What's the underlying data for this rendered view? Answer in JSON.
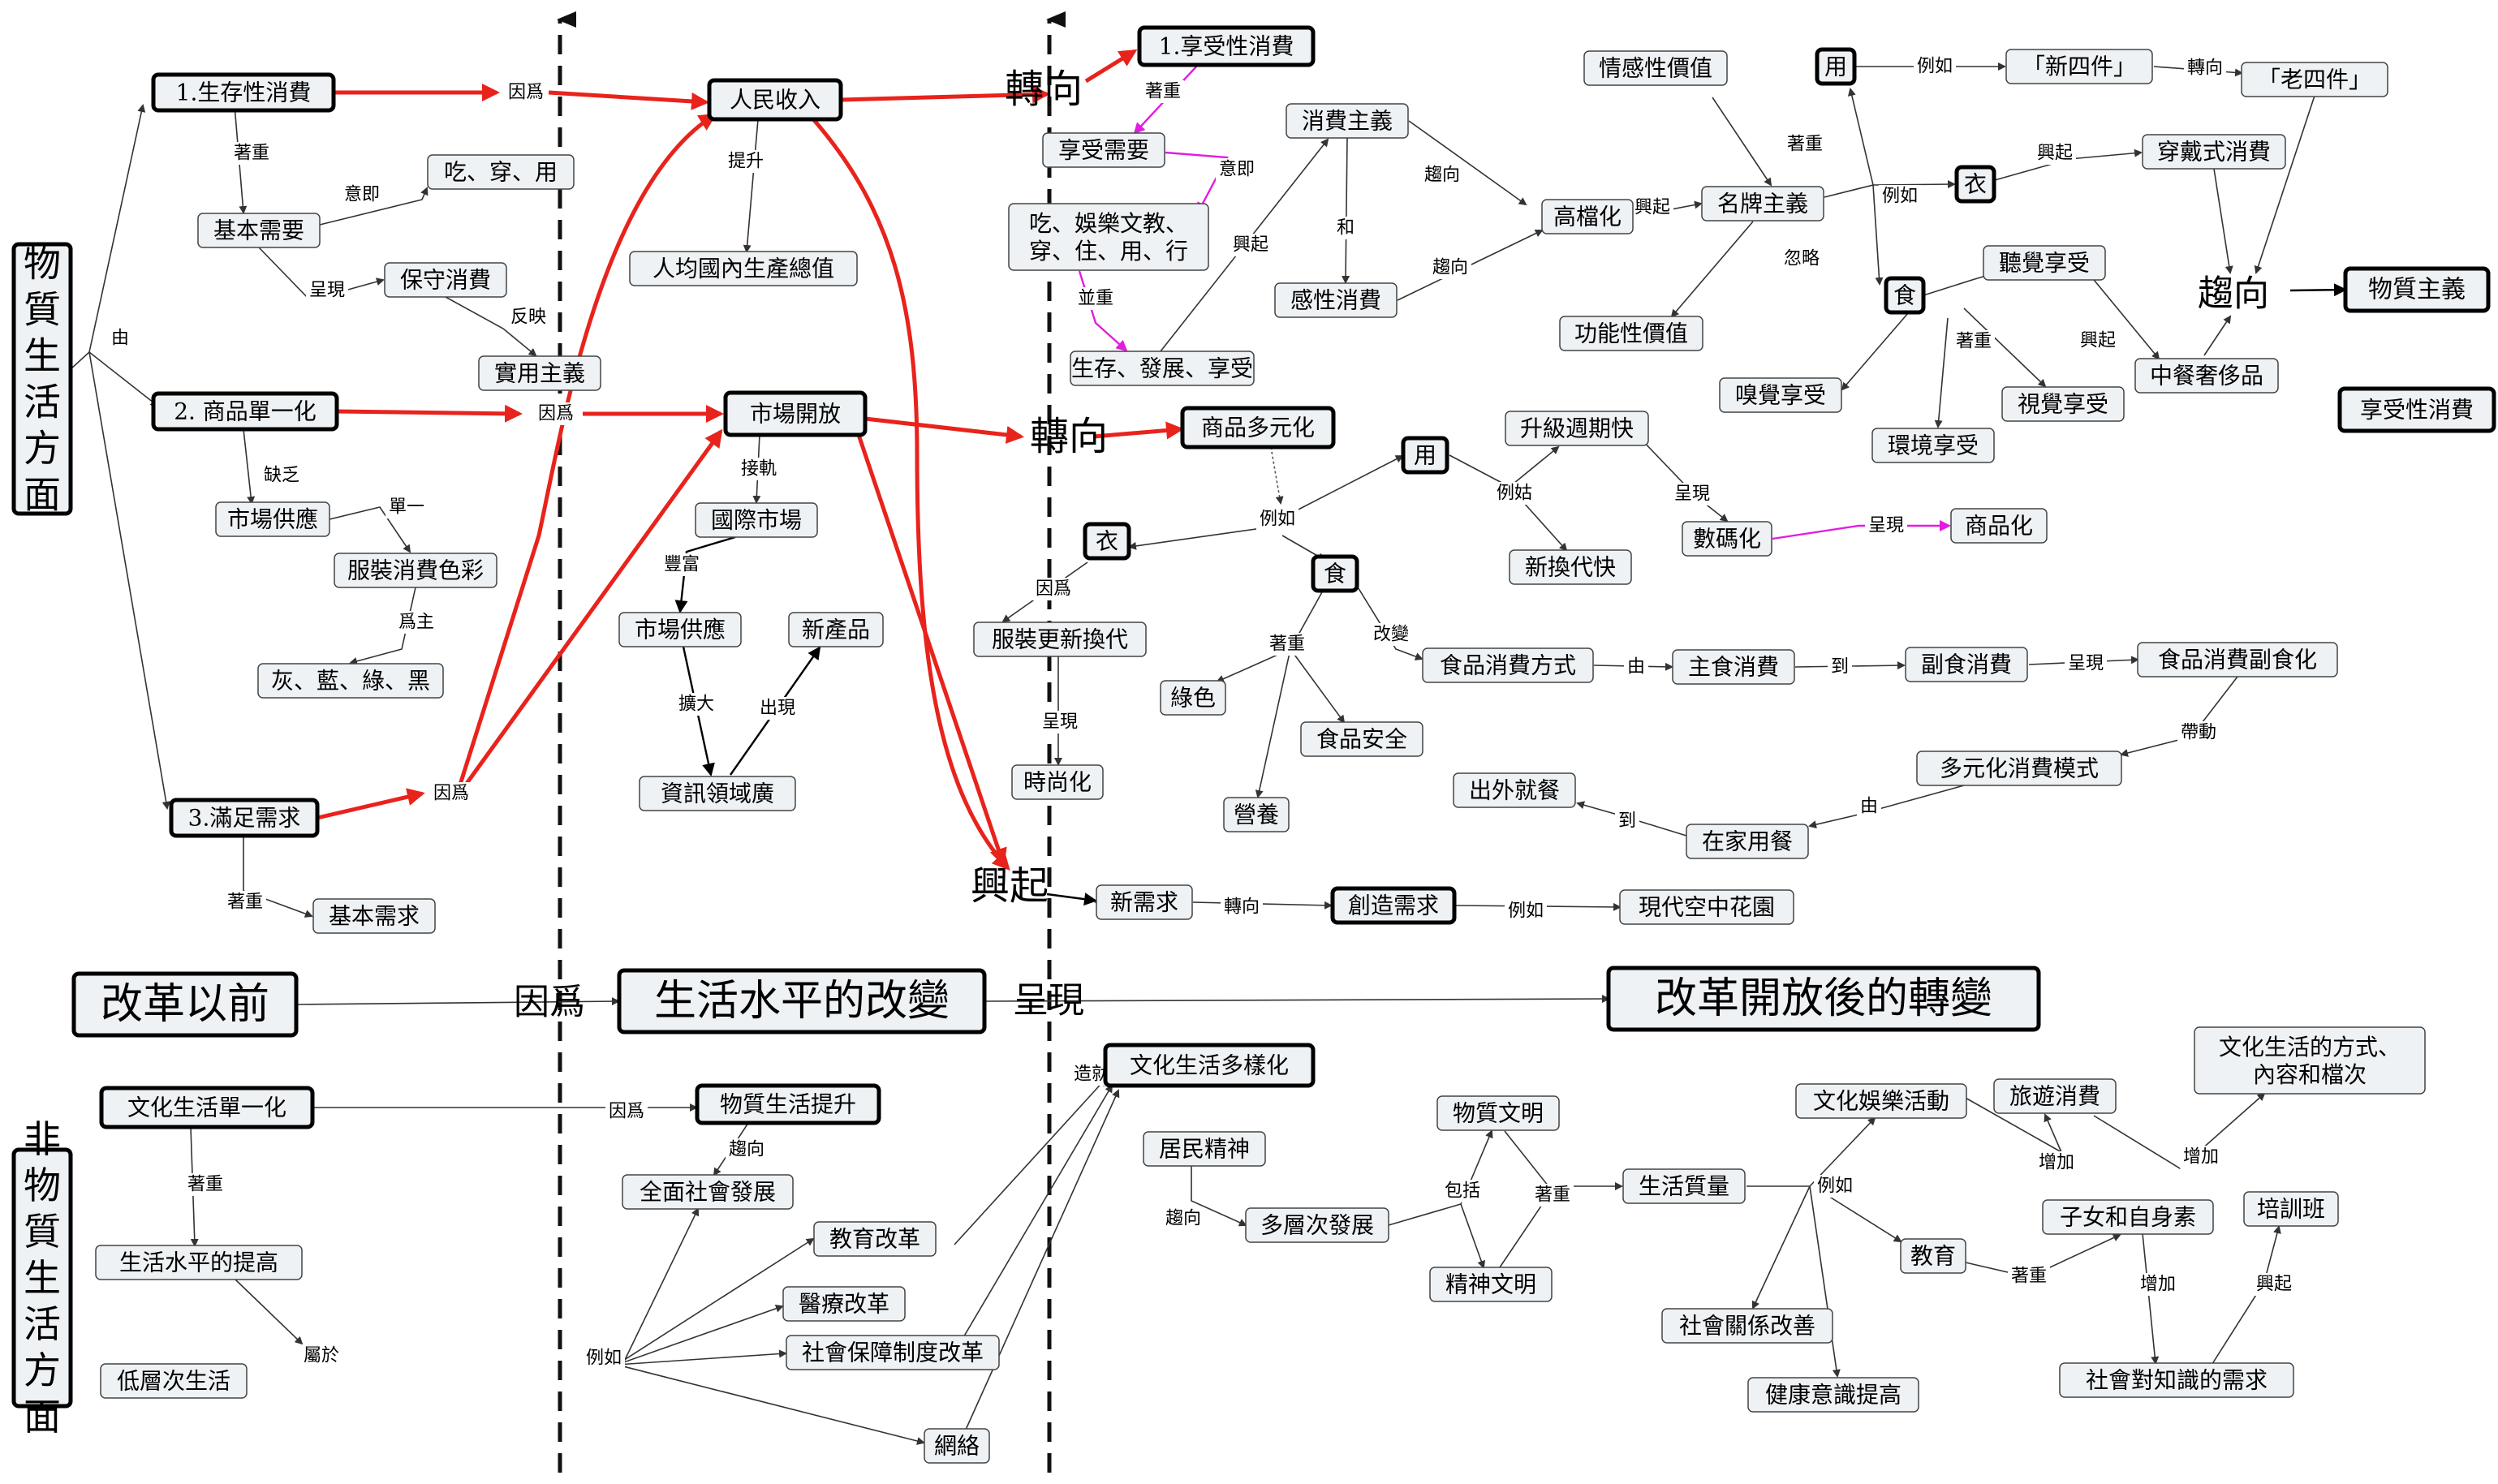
{
  "colors": {
    "red": "#e8231c",
    "magenta": "#e21de0",
    "node_fill": "#eef2f4"
  },
  "nodes": {
    "side_material": "物質生活方面",
    "side_nonmaterial": "非物質生活方面",
    "c1": "1.生存性消費",
    "c2": "2. 商品單一化",
    "c3": "3.滿足需求",
    "basic_needs": "基本需要",
    "eat_wear_use": "吃、穿、用",
    "conservative": "保守消費",
    "pragmatism": "實用主義",
    "market_supply1": "市場供應",
    "clothing_color": "服裝消費色彩",
    "gray_blue": "灰、藍、綠、黑",
    "basic_demand": "基本需求",
    "income": "人民收入",
    "per_capita": "人均國內生產總值",
    "market_open": "市場開放",
    "intl_market": "國際市場",
    "market_supply2": "市場供應",
    "new_products": "新產品",
    "info_field": "資訊領域廣",
    "enjoy_consumption": "1.享受性消費",
    "enjoy_needs": "享受需要",
    "eat_entertain": "吃、娛樂文教、\n穿、住、用、行",
    "survival_dev": "生存、發展、享受",
    "consumerism": "消費主義",
    "emotional_cons": "感性消費",
    "upscale": "高檔化",
    "emotional_value": "情感性價值",
    "brand": "名牌主義",
    "functional_value": "功能性價值",
    "use1": "用",
    "clothes1": "衣",
    "food1": "食",
    "new_four": "「新四件」",
    "old_four": "「老四件」",
    "dress_cons": "穿戴式消費",
    "hearing": "聽覺享受",
    "smell": "嗅覺享受",
    "visual": "視覺享受",
    "environment": "環境享受",
    "chinese_meal": "中餐奢侈品",
    "trend_big": "趨向",
    "materialism": "物質主義",
    "enjoy_cons2": "享受性消費",
    "diverse_goods": "商品多元化",
    "use2": "用",
    "clothes2": "衣",
    "food2": "食",
    "upgrade_fast": "升級週期快",
    "renew_fast": "新換代快",
    "digital": "數碼化",
    "commodity": "商品化",
    "clothing_update": "服裝更新換代",
    "fashion": "時尚化",
    "green": "綠色",
    "food_safety": "食品安全",
    "nutrition": "營養",
    "food_method": "食品消費方式",
    "staple": "主食消費",
    "nonstaple": "副食消費",
    "food_nonstaple": "食品消費副食化",
    "diverse_pattern": "多元化消費模式",
    "eat_out": "出外就餐",
    "home_meal": "在家用餐",
    "rise_big": "興起",
    "new_demand": "新需求",
    "create_demand": "創造需求",
    "sky_garden": "現代空中花園",
    "turn1": "轉向",
    "turn2": "轉向",
    "before_reform": "改革以前",
    "living_change": "生活水平的改變",
    "after_reform": "改革開放後的轉變",
    "because_big": "因爲",
    "present_big": "呈現",
    "culture_single": "文化生活單一化",
    "living_raise": "生活水平的提高",
    "low_level": "低層次生活",
    "material_raise": "物質生活提升",
    "social_dev": "全面社會發展",
    "edu_reform": "教育改革",
    "medical_reform": "醫療改革",
    "social_security": "社會保障制度改革",
    "network": "網絡",
    "culture_diverse": "文化生活多樣化",
    "resident_spirit": "居民精神",
    "multi_level": "多層次發展",
    "material_civ": "物質文明",
    "spiritual_civ": "精神文明",
    "life_quality": "生活質量",
    "culture_ent": "文化娛樂活動",
    "travel": "旅遊消費",
    "culture_way": "文化生活的方式、\n內容和檔次",
    "education": "教育",
    "children_self": "子女和自身素",
    "training": "培訓班",
    "social_relation": "社會關係改善",
    "health": "健康意識提高",
    "social_knowledge": "社會對知識的需求"
  },
  "labels": {
    "by": "由",
    "because": "因爲",
    "emphasis": "著重",
    "namely": "意即",
    "present": "呈現",
    "reflect": "反映",
    "lack": "缺乏",
    "single": "單一",
    "mainly": "爲主",
    "raise": "提升",
    "connect": "接軌",
    "enrich": "豐富",
    "expand": "擴大",
    "appear": "出現",
    "and": "和",
    "trend": "趨向",
    "rise": "興起",
    "ignore": "忽略",
    "eg": "例如",
    "turn": "轉向",
    "alsoemph": "並重",
    "evaluate": "例姑",
    "change": "改變",
    "to": "到",
    "drive": "帶動",
    "cause": "造就",
    "include": "包括",
    "belong": "屬於",
    "increase": "增加"
  }
}
